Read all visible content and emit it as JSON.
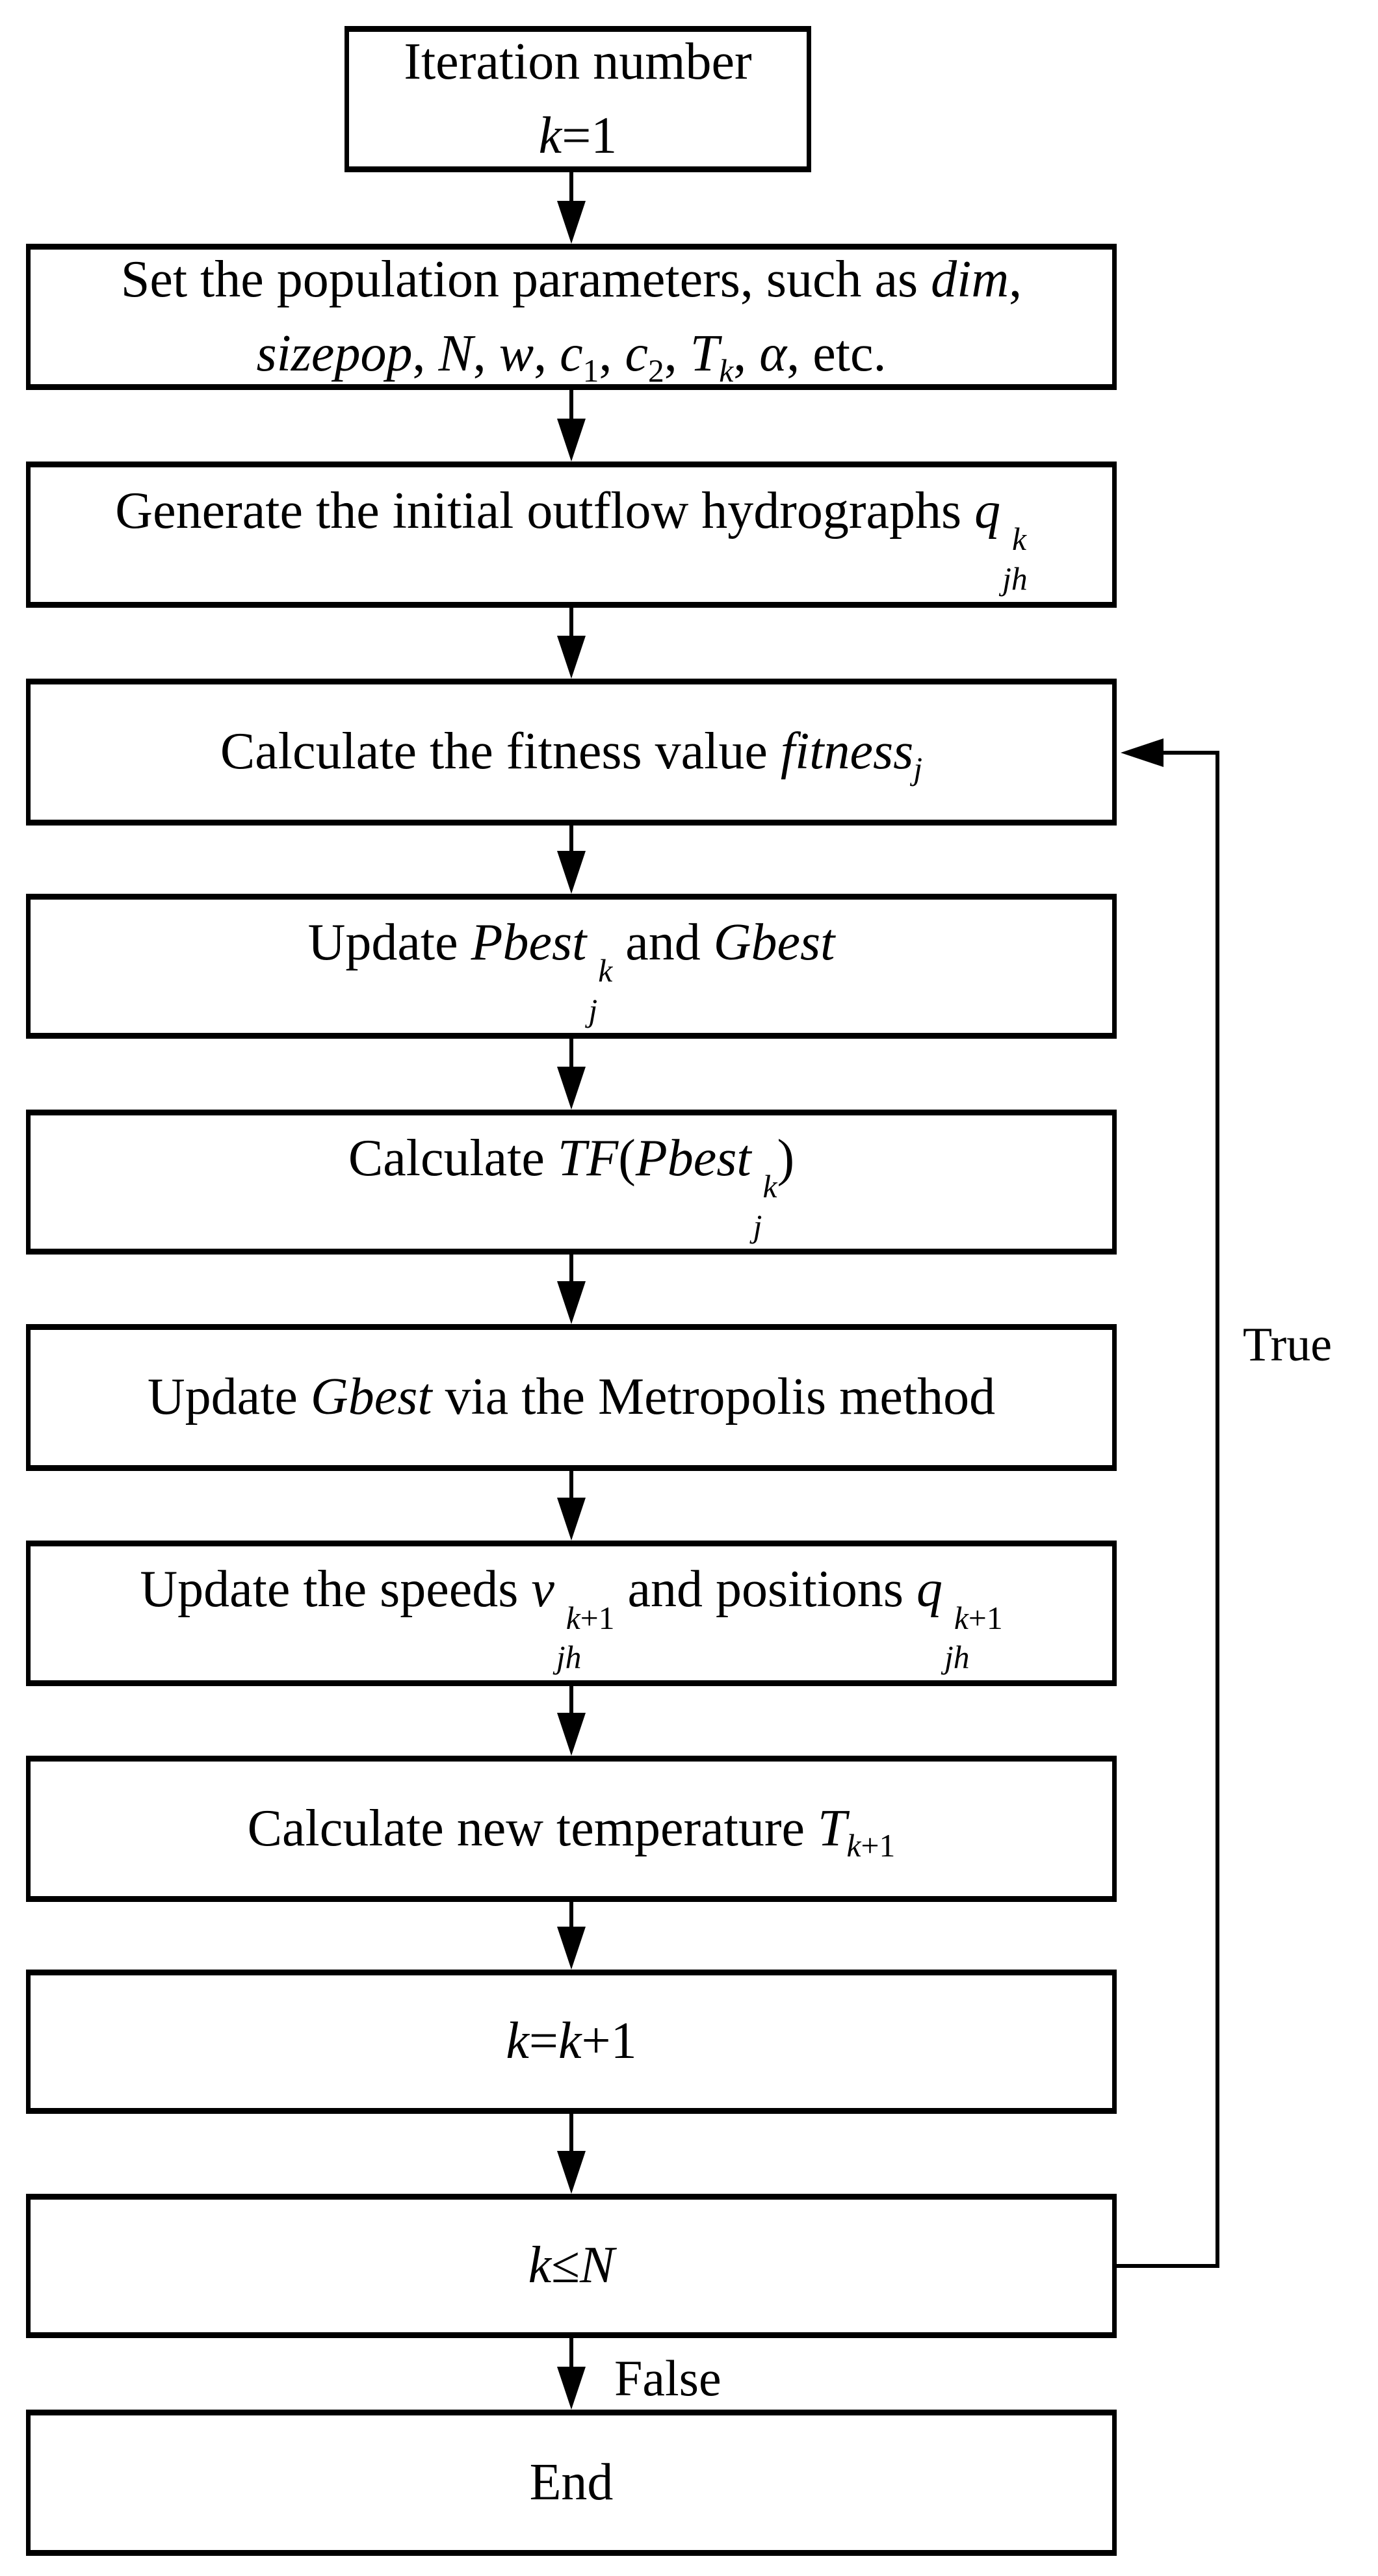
{
  "diagram": {
    "title_hint": "PSO-SA algorithm flowchart",
    "labels": {
      "true_label": "True",
      "false_label": "False"
    },
    "colors": {
      "line": "#000000",
      "background": "#ffffff"
    },
    "boxes": [
      {
        "name": "iteration-number",
        "lines": [
          [
            {
              "text": "Iteration number"
            }
          ],
          [
            {
              "text": "k",
              "italic": true
            },
            {
              "text": "=1"
            }
          ]
        ]
      },
      {
        "name": "set-parameters",
        "lines": [
          [
            {
              "text": "Set the population parameters, such as "
            },
            {
              "text": "dim",
              "italic": true
            },
            {
              "text": ","
            }
          ],
          [
            {
              "text": "sizepop",
              "italic": true
            },
            {
              "text": ", "
            },
            {
              "text": "N",
              "italic": true
            },
            {
              "text": ", "
            },
            {
              "text": "w",
              "italic": true
            },
            {
              "text": ", "
            },
            {
              "text": "c",
              "italic": true
            },
            {
              "sub": [
                {
                  "text": "1"
                }
              ]
            },
            {
              "text": ", "
            },
            {
              "text": "c",
              "italic": true
            },
            {
              "sub": [
                {
                  "text": "2"
                }
              ]
            },
            {
              "text": ", "
            },
            {
              "text": "T",
              "italic": true
            },
            {
              "sub": [
                {
                  "text": "k",
                  "italic": true
                }
              ]
            },
            {
              "text": ", "
            },
            {
              "text": "α",
              "italic": true
            },
            {
              "text": ", etc."
            }
          ]
        ]
      },
      {
        "name": "generate-hydrographs",
        "lines": [
          [
            {
              "text": "Generate the initial outflow hydrographs "
            },
            {
              "text": "q",
              "italic": true
            },
            {
              "stack": {
                "sup": [
                  {
                    "text": "k",
                    "italic": true
                  }
                ],
                "sub": [
                  {
                    "text": "jh",
                    "italic": true
                  }
                ]
              }
            }
          ]
        ]
      },
      {
        "name": "calculate-fitness",
        "lines": [
          [
            {
              "text": "Calculate the fitness value "
            },
            {
              "text": "fitness",
              "italic": true
            },
            {
              "sub": [
                {
                  "text": "j",
                  "italic": true
                }
              ]
            }
          ]
        ]
      },
      {
        "name": "update-pbest-gbest",
        "lines": [
          [
            {
              "text": "Update "
            },
            {
              "text": "Pbest",
              "italic": true
            },
            {
              "stack": {
                "sup": [
                  {
                    "text": "k",
                    "italic": true
                  }
                ],
                "sub": [
                  {
                    "text": "j",
                    "italic": true
                  }
                ]
              }
            },
            {
              "text": " and "
            },
            {
              "text": "Gbest",
              "italic": true
            }
          ]
        ]
      },
      {
        "name": "calculate-tf",
        "lines": [
          [
            {
              "text": "Calculate "
            },
            {
              "text": "TF",
              "italic": true
            },
            {
              "text": "("
            },
            {
              "text": "Pbest",
              "italic": true
            },
            {
              "stack": {
                "sup": [
                  {
                    "text": "k",
                    "italic": true
                  }
                ],
                "sub": [
                  {
                    "text": "j",
                    "italic": true
                  }
                ]
              }
            },
            {
              "text": ")"
            }
          ]
        ]
      },
      {
        "name": "update-gbest-metropolis",
        "lines": [
          [
            {
              "text": "Update "
            },
            {
              "text": "Gbest",
              "italic": true
            },
            {
              "text": " via the Metropolis method"
            }
          ]
        ]
      },
      {
        "name": "update-speeds-positions",
        "lines": [
          [
            {
              "text": "Update the speeds "
            },
            {
              "text": "v",
              "italic": true
            },
            {
              "stack": {
                "sup": [
                  {
                    "text": "k",
                    "italic": true
                  },
                  {
                    "text": "+1"
                  }
                ],
                "sub": [
                  {
                    "text": "jh",
                    "italic": true
                  }
                ]
              }
            },
            {
              "text": " and positions "
            },
            {
              "text": "q",
              "italic": true
            },
            {
              "stack": {
                "sup": [
                  {
                    "text": "k",
                    "italic": true
                  },
                  {
                    "text": "+1"
                  }
                ],
                "sub": [
                  {
                    "text": "jh",
                    "italic": true
                  }
                ]
              }
            }
          ]
        ]
      },
      {
        "name": "calculate-temperature",
        "lines": [
          [
            {
              "text": "Calculate new temperature "
            },
            {
              "text": "T",
              "italic": true
            },
            {
              "sub": [
                {
                  "text": "k",
                  "italic": true
                },
                {
                  "text": "+1"
                }
              ]
            }
          ]
        ]
      },
      {
        "name": "increment-k",
        "lines": [
          [
            {
              "text": "k",
              "italic": true
            },
            {
              "text": "="
            },
            {
              "text": "k",
              "italic": true
            },
            {
              "text": "+1"
            }
          ]
        ]
      },
      {
        "name": "loop-condition",
        "lines": [
          [
            {
              "text": "k",
              "italic": true
            },
            {
              "text": "≤"
            },
            {
              "text": "N",
              "italic": true
            }
          ]
        ]
      },
      {
        "name": "end",
        "lines": [
          [
            {
              "text": "End"
            }
          ]
        ]
      }
    ]
  }
}
